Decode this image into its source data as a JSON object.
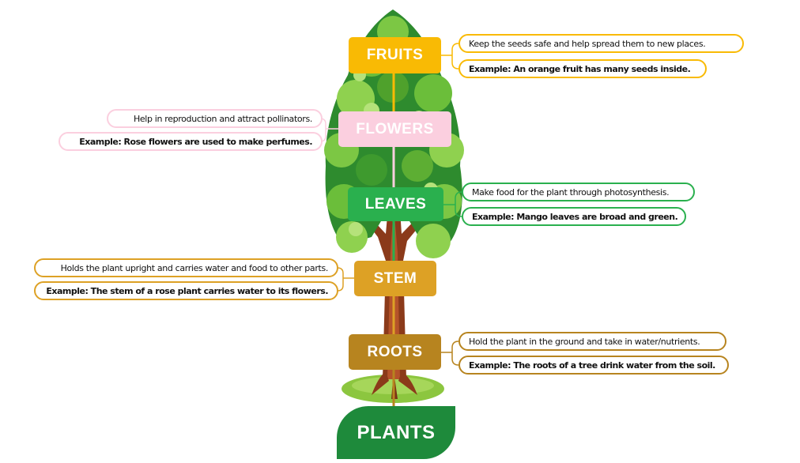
{
  "title": "PLANTS",
  "colors": {
    "fruits": "#F9BA04",
    "flowers": "#FBCFDF",
    "leaves": "#2AB04E",
    "stem": "#DDA125",
    "roots": "#B7841F",
    "plants": "#1E8A3B"
  },
  "parts": [
    {
      "id": "fruits",
      "label": "FRUITS",
      "side": "right",
      "description": "Keep the seeds safe and help spread them to new places.",
      "example": "Example: An orange fruit has many seeds inside."
    },
    {
      "id": "flowers",
      "label": "FLOWERS",
      "side": "left",
      "description": "Help in reproduction and attract pollinators.",
      "example": "Example: Rose flowers are used to make perfumes."
    },
    {
      "id": "leaves",
      "label": "LEAVES",
      "side": "right",
      "description": "Make food for the plant through photosynthesis.",
      "example": "Example: Mango leaves are broad and green."
    },
    {
      "id": "stem",
      "label": "STEM",
      "side": "left",
      "description": "Holds the plant upright and carries water and food to other parts.",
      "example": "Example: The stem of a rose plant carries water to its flowers."
    },
    {
      "id": "roots",
      "label": "ROOTS",
      "side": "right",
      "description": "Hold the plant in the ground and take in water/nutrients.",
      "example": "Example: The roots of a tree drink water from the soil."
    }
  ]
}
